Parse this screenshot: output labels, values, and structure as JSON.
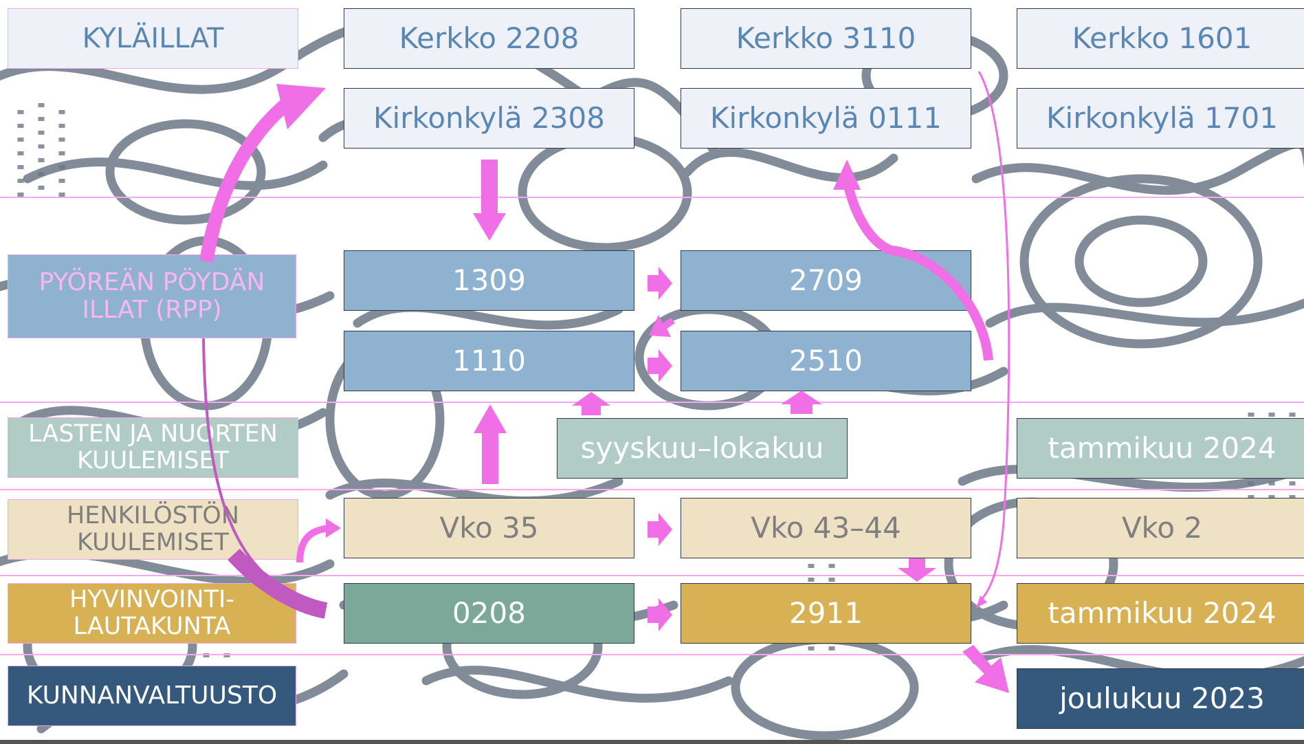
{
  "rows": {
    "kylaillat": {
      "label": "KYLÄILLAT",
      "row1": [
        "Kerkko 2208",
        "Kerkko 3110",
        "Kerkko 1601"
      ],
      "row2": [
        "Kirkonkylä 2308",
        "Kirkonkylä 0111",
        "Kirkonkylä 1701"
      ]
    },
    "rpp": {
      "label_line1": "PYÖREÄN PÖYDÄN",
      "label_line2": "ILLAT (RPP)",
      "row1": [
        "1309",
        "2709"
      ],
      "row2": [
        "1110",
        "2510"
      ]
    },
    "lasten": {
      "label_line1": "LASTEN JA NUORTEN",
      "label_line2": "KUULEMISET",
      "items": [
        "syyskuu–lokakuu",
        "tammikuu 2024"
      ]
    },
    "henkilosto": {
      "label_line1": "HENKILÖSTÖN",
      "label_line2": "KUULEMISET",
      "items": [
        "Vko 35",
        "Vko 43–44",
        "Vko 2"
      ]
    },
    "hyvinvointi": {
      "label_line1": "HYVINVOINTI-",
      "label_line2": "LAUTAKUNTA",
      "items": [
        "0208",
        "2911",
        "tammikuu 2024"
      ]
    },
    "valtuusto": {
      "label": "KUNNANVALTUUSTO",
      "items": [
        "joulukuu 2023"
      ]
    }
  },
  "colors": {
    "accent_arrow": "#f06ee6",
    "dark_arrow": "#c05ac0",
    "separator": "#f6a8f1",
    "light_box": "#eef2f8",
    "rpp_box": "#8fb2d0",
    "lasten_box": "#b1ccc4",
    "henkilosto_box": "#efe1c4",
    "hyvinvointi_box": "#d8b154",
    "hyvinvointi_first_box": "#7ba898",
    "valtuusto_box": "#34597c"
  }
}
